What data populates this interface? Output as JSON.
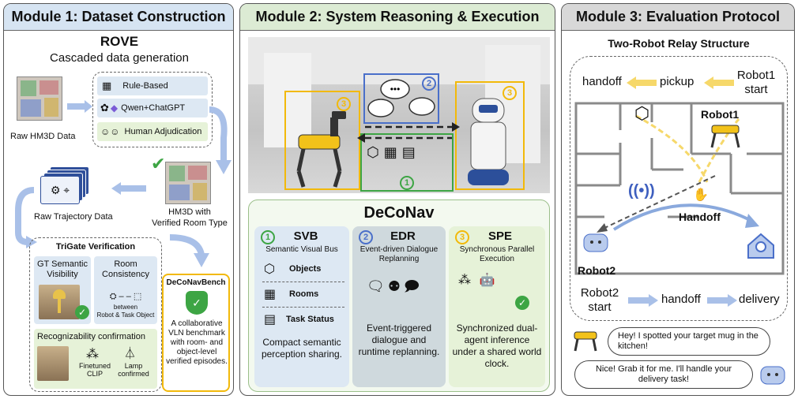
{
  "module1": {
    "title": "Module 1: Dataset Construction",
    "rove_title": "ROVE",
    "rove_subtitle": "Cascaded data generation",
    "raw_hm3d_label": "Raw HM3D Data",
    "rules": [
      "Rule-Based",
      "Qwen+ChatGPT",
      "Human Adjudication"
    ],
    "verified_label_1": "HM3D with",
    "verified_label_2": "Verified Room Type",
    "raw_traj_label": "Raw Trajectory Data",
    "trigate_title": "TriGate Verification",
    "gt_title": "GT Semantic Visibility",
    "room_title": "Room Consistency",
    "room_between": "between",
    "room_between2": "Robot & Task Object",
    "recog_title": "Recognizability confirmation",
    "finetuned": "Finetuned CLIP",
    "lamp": "Lamp confirmed",
    "bench_title": "DeCoNavBench",
    "bench_desc": "A collaborative VLN benchmark with room- and object-level verified episodes."
  },
  "module2": {
    "title": "Module 2: System Reasoning & Execution",
    "deconav_title": "DeCoNav",
    "badges": [
      "1",
      "2",
      "3"
    ],
    "svb": {
      "num": "1",
      "name": "SVB",
      "full": "Semantic Visual Bus",
      "items": [
        "Objects",
        "Rooms",
        "Task Status"
      ],
      "desc": "Compact semantic perception sharing."
    },
    "edr": {
      "num": "2",
      "name": "EDR",
      "full": "Event-driven Dialogue Replanning",
      "desc": "Event-triggered dialogue and runtime replanning."
    },
    "spe": {
      "num": "3",
      "name": "SPE",
      "full": "Synchronous Parallel Execution",
      "desc": "Synchronized dual-agent inference under a shared world clock."
    }
  },
  "module3": {
    "title": "Module 3: Evaluation Protocol",
    "relay_title": "Two-Robot Relay Structure",
    "handoff_top": "handoff",
    "pickup": "pickup",
    "robot1_start_1": "Robot1",
    "robot1_start_2": "start",
    "robot1_label": "Robot1",
    "handoff_mid": "Handoff",
    "robot2_label": "Robot2",
    "robot2_start_1": "Robot2",
    "robot2_start_2": "start",
    "handoff_bottom": "handoff",
    "delivery": "delivery",
    "chat1": "Hey! I spotted your target mug in the kitchen!",
    "chat2": "Nice! Grab it for me. I'll handle your delivery task!"
  },
  "colors": {
    "m1_header": "#d6e4f2",
    "m2_header": "#dcebd4",
    "m3_header": "#d8d8d8",
    "svb_bg": "#dde8f3",
    "edr_bg": "#cfd9dd",
    "spe_bg": "#e6f2d8",
    "green": "#3da544",
    "blue": "#4a6fc9",
    "orange": "#f2b90a",
    "arrow_blue": "#a9c0e8",
    "arrow_yellow": "#f6d86a"
  }
}
